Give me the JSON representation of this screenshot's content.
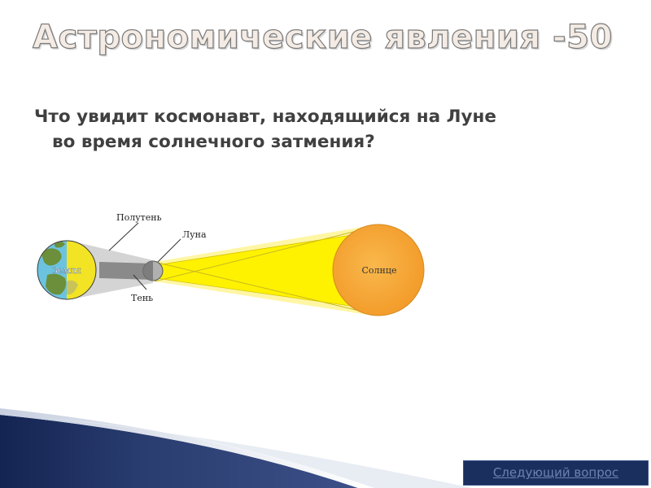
{
  "slide": {
    "title": "Астрономические явления -50",
    "question_line1": "Что увидит космонавт, находящийся на Луне",
    "question_line2": "во время солнечного затмения?",
    "next_button_label": "Следующий вопрос"
  },
  "diagram": {
    "labels": {
      "penumbra": "Полутень",
      "moon": "Луна",
      "earth": "Земля",
      "shadow": "Тень",
      "sun": "Солнце"
    },
    "colors": {
      "sun": "#f7a83a",
      "light_cone": "#fef200",
      "penumbra_light": "#fff5a0",
      "earth_ocean": "#6cc3e0",
      "earth_land": "#6b8f3a",
      "earth_lit": "#f2e324",
      "moon": "#b0b0b0",
      "penumbra": "#d4d4d4",
      "umbra": "#8a8a8a"
    }
  },
  "colors": {
    "title_fill": "#f4ece4",
    "question_text": "#404040",
    "button_bg": "#1a2f5e",
    "button_text": "#6e80b0",
    "swoosh_dark": "#1c2d5c",
    "swoosh_light": "#dde3ee"
  }
}
